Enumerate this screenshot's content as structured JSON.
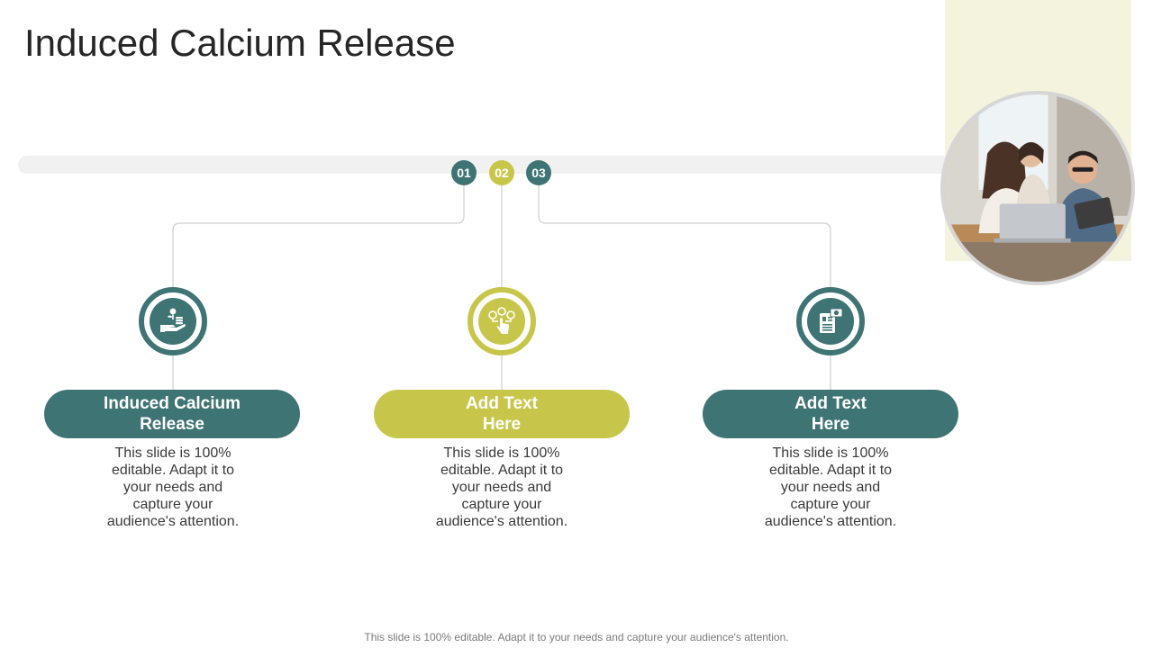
{
  "slide": {
    "title": "Induced Calcium Release",
    "footer": "This slide is 100% editable. Adapt it to your needs and capture your audience's attention."
  },
  "colors": {
    "teal": "#3f7474",
    "olive": "#c8c64a",
    "track": "#f1f1f1",
    "cream": "#f3f3de"
  },
  "steps": [
    {
      "number": "01",
      "heading": "Induced Calcium Release",
      "description": "This slide is 100% editable. Adapt it to your needs and capture your audience's attention.",
      "icon": "money-plant-hand-icon",
      "color": "#3f7474"
    },
    {
      "number": "02",
      "heading": "Add Text Here",
      "description": "This slide is 100% editable. Adapt it to your needs and capture your audience's attention.",
      "icon": "touch-options-icon",
      "color": "#c8c64a"
    },
    {
      "number": "03",
      "heading": "Add Text Here",
      "description": "This slide is 100% editable. Adapt it to your needs and capture your audience's attention.",
      "icon": "invoice-dollar-icon",
      "color": "#3f7474"
    }
  ],
  "photo": {
    "subject": "team-meeting-photo"
  }
}
